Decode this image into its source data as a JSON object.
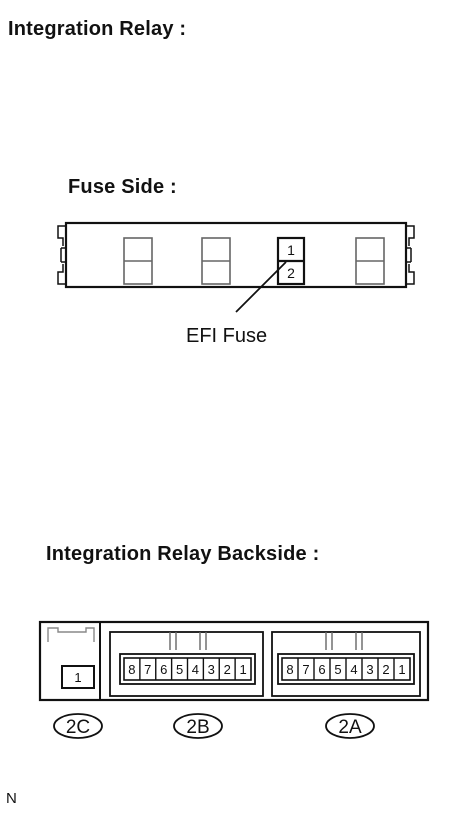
{
  "headings": {
    "main": "Integration Relay :",
    "fuse_side": "Fuse Side :",
    "backside": "Integration Relay Backside :"
  },
  "fuse_side": {
    "efi_pins": [
      "1",
      "2"
    ],
    "callout": "EFI Fuse"
  },
  "backside": {
    "connectors": [
      {
        "id": "2C",
        "pins": [
          "1"
        ]
      },
      {
        "id": "2B",
        "pins": [
          "8",
          "7",
          "6",
          "5",
          "4",
          "3",
          "2",
          "1"
        ]
      },
      {
        "id": "2A",
        "pins": [
          "8",
          "7",
          "6",
          "5",
          "4",
          "3",
          "2",
          "1"
        ]
      }
    ]
  },
  "corner_mark": "N"
}
